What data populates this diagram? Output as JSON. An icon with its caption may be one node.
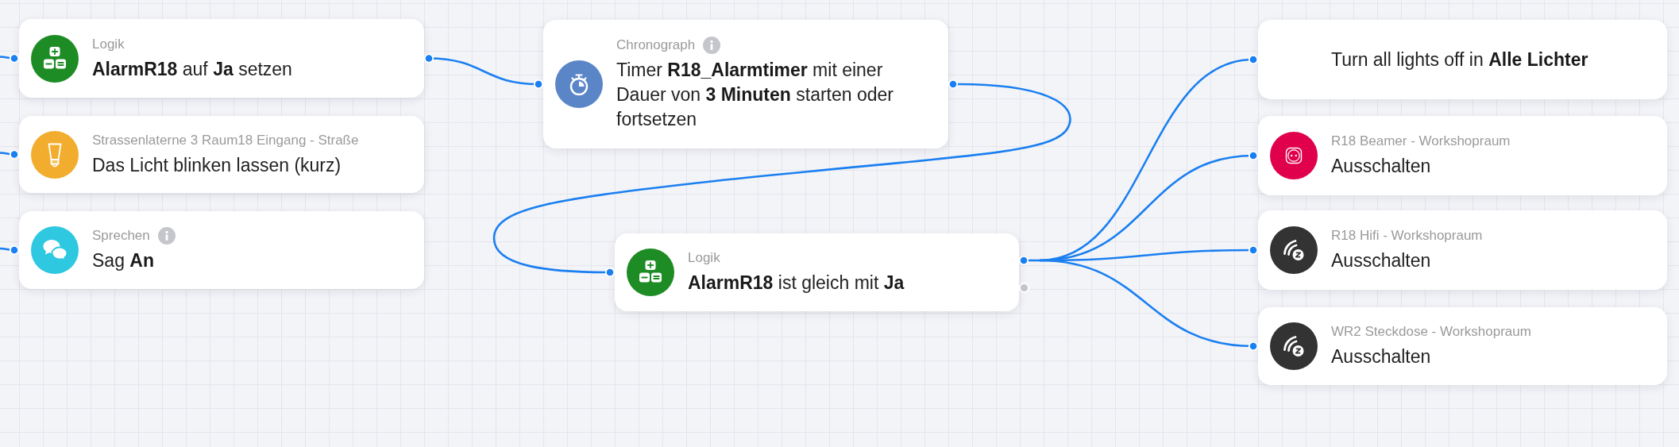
{
  "diagram": {
    "nodes": [
      {
        "text": [
          "Logik",
          "**AlarmR18** auf **Ja** setzen"
        ]
      },
      {
        "text": [
          "Strassenlaterne 3 Raum18 Eingang - Straße",
          "Das Licht blinken lassen (kurz)"
        ]
      },
      {
        "text": [
          "Sprechen",
          "Sag **An**"
        ]
      },
      {
        "text": [
          "Chronograph",
          "Timer **R18_Alarmtimer** mit einer Dauer von **3 Minuten** starten oder fortsetzen"
        ]
      },
      {
        "text": [
          "Logik",
          "**AlarmR18** ist gleich mit **Ja**"
        ]
      },
      {
        "text": [
          "Turn all lights off in **Alle Lichter**"
        ]
      },
      {
        "text": [
          "R18 Beamer - Workshopraum",
          "Ausschalten"
        ]
      },
      {
        "text": [
          "R18 Hifi - Workshopraum",
          "Ausschalten"
        ]
      },
      {
        "text": [
          "WR2 Steckdose - Workshopraum",
          "Ausschalten"
        ]
      }
    ],
    "edges": [
      {
        "from": null,
        "to": 0,
        "arrow": "other"
      },
      {
        "from": null,
        "to": 1,
        "arrow": "other"
      },
      {
        "from": null,
        "to": 2,
        "arrow": "other"
      },
      {
        "from": 0,
        "to": 3,
        "arrow": "other"
      },
      {
        "from": 3,
        "to": 4,
        "arrow": "other"
      },
      {
        "from": 4,
        "to": 5,
        "arrow": "other"
      },
      {
        "from": 4,
        "to": 6,
        "arrow": "other"
      },
      {
        "from": 4,
        "to": 7,
        "arrow": "other"
      },
      {
        "from": 4,
        "to": 8,
        "arrow": "other"
      }
    ]
  }
}
